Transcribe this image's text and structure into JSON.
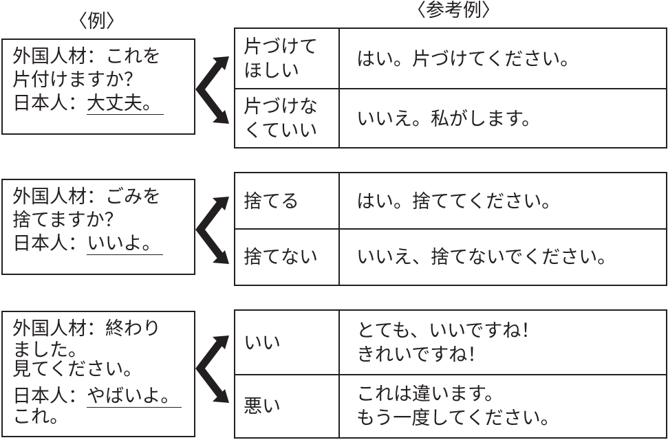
{
  "headings": {
    "example": "〈例〉",
    "reference": "〈参考例〉"
  },
  "scenarios": [
    {
      "example": {
        "line1": "外国人材：これを",
        "line2": "片付けますか？",
        "line3_prefix": "日本人：",
        "answer": "大丈夫。",
        "line4": ""
      },
      "reference": [
        {
          "condition": "片づけて\nほしい",
          "response": "はい。片づけてください。"
        },
        {
          "condition": "片づけな\nくていい",
          "response": "いいえ。私がします。"
        }
      ]
    },
    {
      "example": {
        "line1": "外国人材：ごみを",
        "line2": "捨てますか？",
        "line3_prefix": "日本人：",
        "answer": "いいよ。",
        "line4": ""
      },
      "reference": [
        {
          "condition": "捨てる",
          "response": "はい。捨ててください。"
        },
        {
          "condition": "捨てない",
          "response": "いいえ、捨てないでください。"
        }
      ]
    },
    {
      "example": {
        "line1": "外国人材：終わり",
        "line2": "ました。",
        "line2b": "見てください。",
        "line3_prefix": "日本人：",
        "answer": "やばいよ。",
        "line4": "これ。"
      },
      "reference": [
        {
          "condition": "いい",
          "response": "とても、いいですね！\nきれいですね！"
        },
        {
          "condition": "悪い",
          "response": "これは違います。\nもう一度してください。"
        }
      ]
    }
  ]
}
